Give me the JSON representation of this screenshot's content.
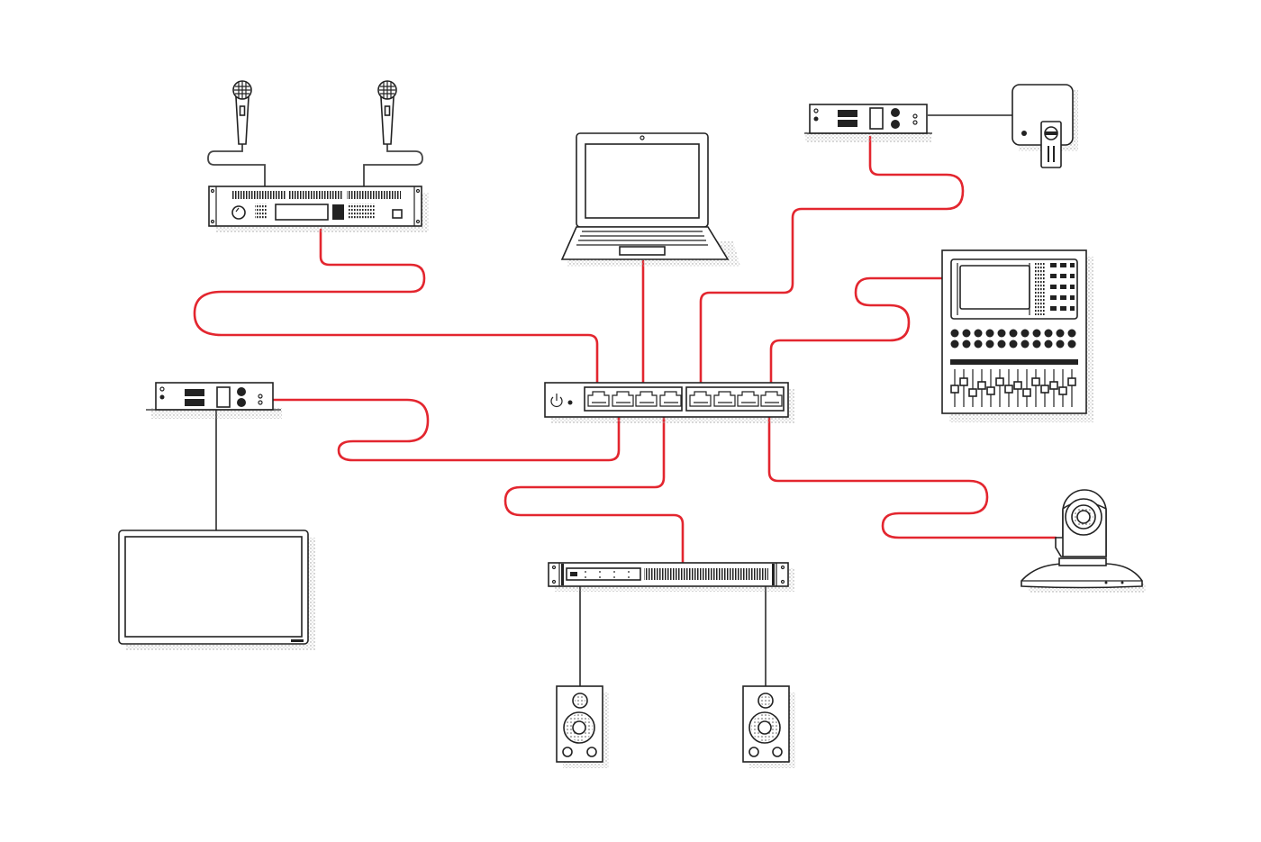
{
  "colors": {
    "network_cable": "#e3262f",
    "analog_cable": "#444444",
    "device_outline": "#222222",
    "background": "#ffffff"
  },
  "devices": [
    {
      "id": "network-switch",
      "icon": "switch-16-port-icon"
    },
    {
      "id": "laptop",
      "icon": "laptop-icon"
    },
    {
      "id": "wireless-mic-receiver",
      "icon": "rack-receiver-icon"
    },
    {
      "id": "microphone-1",
      "icon": "handheld-microphone-icon"
    },
    {
      "id": "microphone-2",
      "icon": "handheld-microphone-icon"
    },
    {
      "id": "encoder-box-top",
      "icon": "io-box-icon"
    },
    {
      "id": "touch-panel",
      "icon": "wall-panel-icon"
    },
    {
      "id": "digital-mixer",
      "icon": "mixing-console-icon"
    },
    {
      "id": "ptz-camera",
      "icon": "ptz-camera-icon"
    },
    {
      "id": "decoder-box-left",
      "icon": "io-box-icon"
    },
    {
      "id": "display-monitor",
      "icon": "monitor-icon"
    },
    {
      "id": "power-amplifier",
      "icon": "rack-amplifier-icon"
    },
    {
      "id": "speaker-left",
      "icon": "loudspeaker-icon"
    },
    {
      "id": "speaker-right",
      "icon": "loudspeaker-icon"
    }
  ],
  "connections": [
    {
      "from": "wireless-mic-receiver",
      "to": "network-switch",
      "type": "network"
    },
    {
      "from": "laptop",
      "to": "network-switch",
      "type": "network"
    },
    {
      "from": "encoder-box-top",
      "to": "network-switch",
      "type": "network"
    },
    {
      "from": "digital-mixer",
      "to": "network-switch",
      "type": "network"
    },
    {
      "from": "decoder-box-left",
      "to": "network-switch",
      "type": "network"
    },
    {
      "from": "power-amplifier",
      "to": "network-switch",
      "type": "network"
    },
    {
      "from": "ptz-camera",
      "to": "network-switch",
      "type": "network"
    },
    {
      "from": "microphone-1",
      "to": "wireless-mic-receiver",
      "type": "analog"
    },
    {
      "from": "microphone-2",
      "to": "wireless-mic-receiver",
      "type": "analog"
    },
    {
      "from": "touch-panel",
      "to": "encoder-box-top",
      "type": "analog"
    },
    {
      "from": "display-monitor",
      "to": "decoder-box-left",
      "type": "analog"
    },
    {
      "from": "speaker-left",
      "to": "power-amplifier",
      "type": "analog"
    },
    {
      "from": "speaker-right",
      "to": "power-amplifier",
      "type": "analog"
    }
  ]
}
